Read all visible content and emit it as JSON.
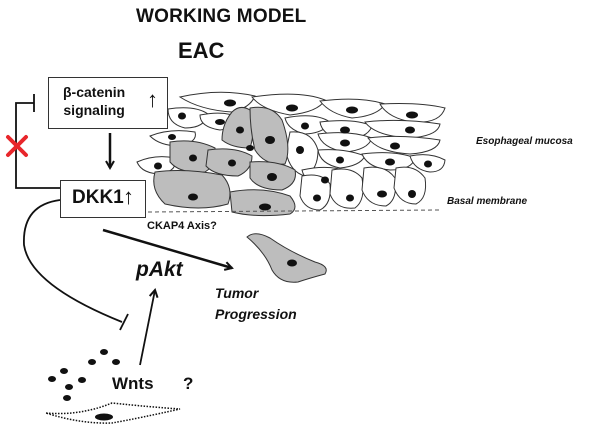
{
  "diagram": {
    "title": "WORKING MODEL",
    "subtitle": "EAC",
    "nodes": {
      "beta_catenin": {
        "line1": "β-catenin",
        "line2": "signaling",
        "indicator": "↑"
      },
      "dkk1": {
        "label": "DKK1",
        "indicator": "↑"
      },
      "pakt": {
        "label": "pAkt"
      },
      "wnts": {
        "label": "Wnts",
        "question": "?"
      },
      "tumor": {
        "line1": "Tumor",
        "line2": "Progression"
      }
    },
    "labels": {
      "esophageal_mucosa": "Esophageal mucosa",
      "basal_membrane": "Basal membrane",
      "ckap4": "CKAP4 Axis?"
    },
    "colors": {
      "inhibition_block": "#e8262b",
      "tumor_cell_fill": "#bdbdbd",
      "normal_cell_fill": "#ffffff",
      "ink": "#111111"
    },
    "edges": [
      {
        "from": "beta_catenin",
        "to": "dkk1",
        "type": "activation"
      },
      {
        "from": "dkk1",
        "to": "beta_catenin",
        "type": "inhibition",
        "blocked": true
      },
      {
        "from": "dkk1",
        "to": "wnts",
        "type": "inhibition"
      },
      {
        "from": "wnts",
        "to": "pakt",
        "type": "activation"
      },
      {
        "from": "dkk1",
        "to": "tumor",
        "type": "activation",
        "label": "CKAP4 Axis?"
      }
    ]
  }
}
